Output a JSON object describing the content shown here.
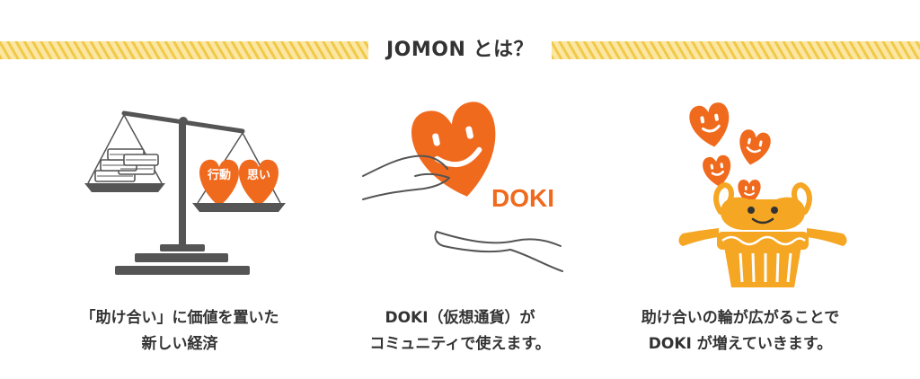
{
  "header": {
    "title": "JOMON とは？"
  },
  "columns": [
    {
      "badge_left": "行動",
      "badge_right": "思い",
      "caption_line1": "「助け合い」に価値を置いた",
      "caption_line2": "新しい経済"
    },
    {
      "brand": "DOKI",
      "caption_line1": "DOKI（仮想通貨）が",
      "caption_line2": "コミュニティで使えます。"
    },
    {
      "caption_line1": "助け合いの輪が広がることで",
      "caption_line2": "DOKI が増えていきます。"
    }
  ],
  "colors": {
    "accent": "#f06a1e",
    "mascot": "#f5a623",
    "gray": "#555555",
    "stripe": "#f1c94a",
    "stripe_bg": "#fbe6a2"
  }
}
